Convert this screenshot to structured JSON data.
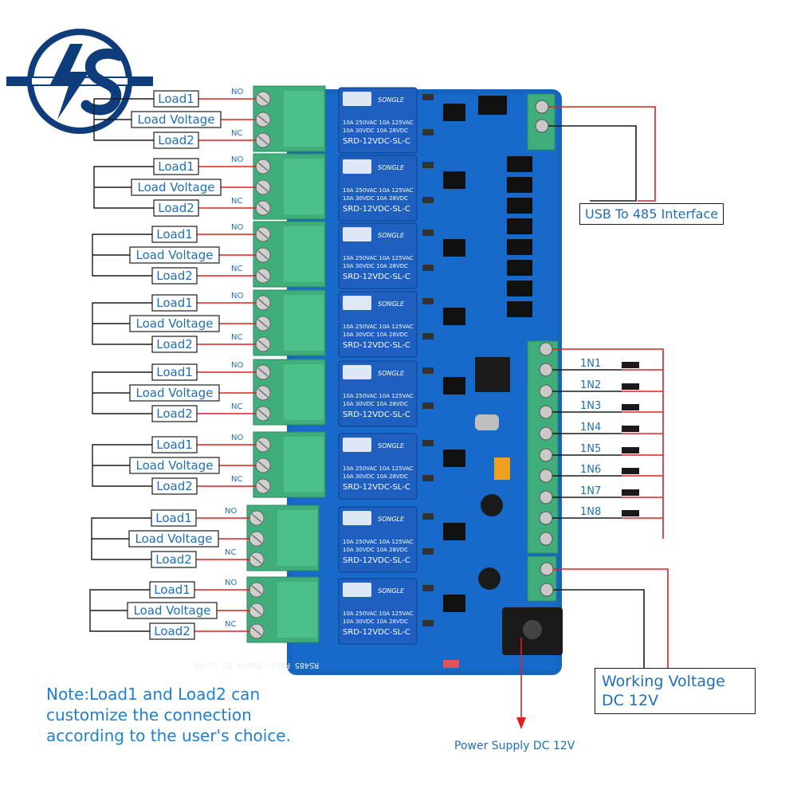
{
  "relay_channels": [
    {
      "load1": "Load1",
      "load_voltage": "Load Voltage",
      "load2": "Load2",
      "no": "NO",
      "nc": "NC"
    },
    {
      "load1": "Load1",
      "load_voltage": "Load Voltage",
      "load2": "Load2",
      "no": "NO",
      "nc": "NC"
    },
    {
      "load1": "Load1",
      "load_voltage": "Load Voltage",
      "load2": "Load2",
      "no": "NO",
      "nc": "NC"
    },
    {
      "load1": "Load1",
      "load_voltage": "Load Voltage",
      "load2": "Load2",
      "no": "NO",
      "nc": "NC"
    },
    {
      "load1": "Load1",
      "load_voltage": "Load Voltage",
      "load2": "Load2",
      "no": "NO",
      "nc": "NC"
    },
    {
      "load1": "Load1",
      "load_voltage": "Load Voltage",
      "load2": "Load2",
      "no": "NO",
      "nc": "NC"
    },
    {
      "load1": "Load1",
      "load_voltage": "Load Voltage",
      "load2": "Load2",
      "no": "NO",
      "nc": "NC"
    },
    {
      "load1": "Load1",
      "load_voltage": "Load Voltage",
      "load2": "Load2",
      "no": "NO",
      "nc": "NC"
    }
  ],
  "relay_module": {
    "brand": "SONGLE",
    "rating1": "10A 250VAC  10A 125VAC",
    "rating2": "10A 30VDC  10A 28VDC",
    "model": "SRD-12VDC-SL-C"
  },
  "inputs": [
    "1N1",
    "1N2",
    "1N3",
    "1N4",
    "1N5",
    "1N6",
    "1N7",
    "1N8"
  ],
  "board_text": "RS485 Relay Board-8C V1.00",
  "usb_label": "USB To 485 Interface",
  "working_voltage": [
    "Working Voltage",
    "DC 12V"
  ],
  "power_supply": "Power Supply DC 12V",
  "note": [
    "Note:Load1 and Load2 can",
    "customize the connection",
    "according to the user's choice."
  ],
  "colors": {
    "accent": "#1f6fb8",
    "wire_red": "#e02020",
    "terminal_green": "#3fae7a",
    "pcb_blue": "#1565c0",
    "relay_blue": "#1e5fbf"
  }
}
